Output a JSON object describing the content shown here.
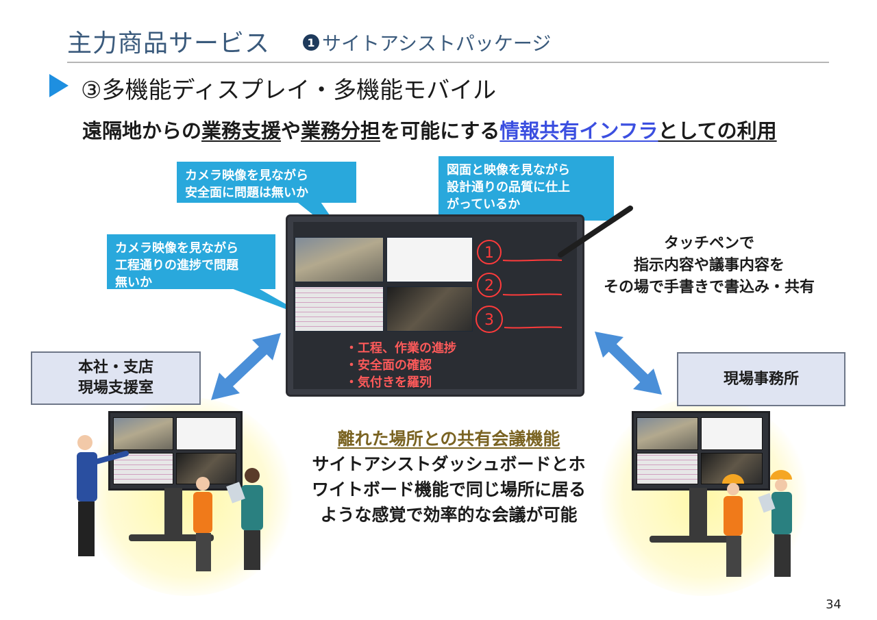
{
  "header": {
    "title": "主力商品サービス",
    "sub_number": "1",
    "sub_title": "サイトアシストパッケージ"
  },
  "section": {
    "title": "③多機能ディスプレイ・多機能モバイル"
  },
  "headline": {
    "part1": "遠隔地からの",
    "part2": "業務支援",
    "part3": "や",
    "part4": "業務分担",
    "part5": "を可能にする",
    "part6": "情報共有インフラ",
    "part7": "としての利用"
  },
  "callouts": {
    "safety": "カメラ映像を見ながら\n安全面に問題は無いか",
    "quality": "図面と映像を見ながら\n設計通りの品質に仕上\nがっているか",
    "progress": "カメラ映像を見ながら\n工程通りの進捗で問題\n無いか"
  },
  "screen_notes": "・工程、作業の進捗\n・安全面の確認\n・気付きを羅列",
  "whiteboard_marks": [
    "1",
    "2",
    "3"
  ],
  "touch_pen": "タッチペンで\n指示内容や議事内容を\nその場で手書きで書込み・共有",
  "labels": {
    "left": "本社・支店\n現場支援室",
    "right": "現場事務所"
  },
  "center": {
    "heading": "離れた場所との共有会議機能",
    "body": "サイトアシストダッシュボードとホワイトボード機能で同じ場所に居るような感覚で効率的な会議が可能"
  },
  "page_number": "34",
  "colors": {
    "callout": "#29a8dc",
    "accent_blue": "#3b4fe0",
    "arrow": "#4a8fd8",
    "red_ink": "#ff3b3b"
  }
}
